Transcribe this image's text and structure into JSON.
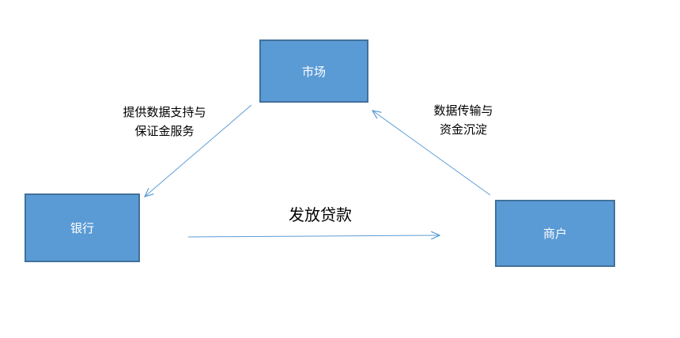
{
  "nodes": {
    "market": "市场",
    "bank": "银行",
    "merchant": "商户"
  },
  "edges": {
    "market_to_bank": [
      "提供数据支持与",
      "保证金服务"
    ],
    "merchant_to_market": [
      "数据传输与",
      "资金沉淀"
    ],
    "bank_to_merchant": "发放贷款"
  },
  "colors": {
    "node_fill": "#5b9bd5",
    "node_border": "#41719c",
    "arrow": "#5b9bd5",
    "node_text": "#ffffff"
  }
}
